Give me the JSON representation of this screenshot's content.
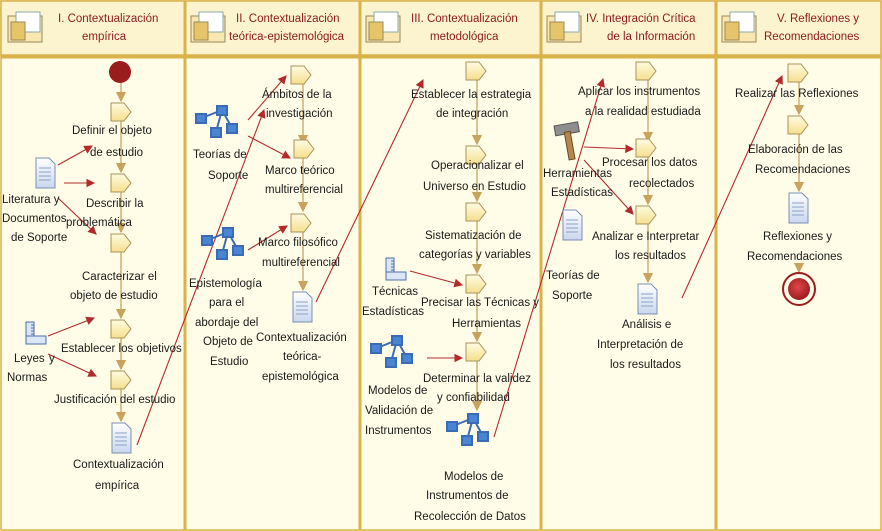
{
  "lanes": [
    {
      "title_1": "I. Contextualización",
      "title_2": "empírica"
    },
    {
      "title_1": "II. Contextualización",
      "title_2": "teórica-epistemológica"
    },
    {
      "title_1": "III. Contextualización",
      "title_2": "metodológica"
    },
    {
      "title_1": "IV. Integración Crítica",
      "title_2": "de la Información"
    },
    {
      "title_1": "V. Reflexiones y",
      "title_2": "Recomendaciones"
    }
  ],
  "lane1": {
    "lit_1": "Literatura y",
    "lit_2": "Documentos",
    "lit_3": "de Soporte",
    "definir_1": "Definir el objeto",
    "definir_2": "de estudio",
    "describir_1": "Describir la",
    "describir_2": "problemática",
    "caracterizar_1": "Caracterizar el",
    "caracterizar_2": "objeto de estudio",
    "leyes_1": "Leyes",
    "leyes_2": "y",
    "leyes_3": "Normas",
    "establecer": "Establecer los objetivos",
    "justificacion": "Justificación del estudio",
    "ctx_1": "Contextualización",
    "ctx_2": "empírica"
  },
  "lane2": {
    "ambitos_1": "Ámbitos de la",
    "ambitos_2": "investigación",
    "teorias_1": "Teorías de",
    "teorias_2": "Soporte",
    "marco_teorico_1": "Marco teórico",
    "marco_teorico_2": "multireferencial",
    "marco_filo_1": "Marco filosófico",
    "marco_filo_2": "multireferencial",
    "epis_1": "Epistemología",
    "epis_2": "para el",
    "epis_3": "abordaje del",
    "epis_4": "Objeto de",
    "epis_5": "Estudio",
    "ctx_1": "Contextualización",
    "ctx_2": "teórica-",
    "ctx_3": "epistemológica"
  },
  "lane3": {
    "estrategia_1": "Establecer la estrategia",
    "estrategia_2": "de integración",
    "operacionalizar_1": "Operacionalizar el",
    "operacionalizar_2": "Universo en Estudio",
    "sistematizacion_1": "Sistematización de",
    "sistematizacion_2": "categorías y variables",
    "tecnicas_1": "Técnicas",
    "tecnicas_2": "Estadísticas",
    "precisar_1": "Precisar las Técnicas y",
    "precisar_2": "Herramientas",
    "modelos_val_1": "Modelos de",
    "modelos_val_2": "Validación de",
    "modelos_val_3": "Instrumentos",
    "validez_1": "Determinar la validez",
    "validez_2": "y confiabilidad",
    "modelos_ins_1": "Modelos de",
    "modelos_ins_2": "Instrumentos de",
    "modelos_ins_3": "Recolección de Datos"
  },
  "lane4": {
    "aplicar_1": "Aplicar los instrumentos",
    "aplicar_2": "a la realidad estudiada",
    "herr_1": "Herramientas",
    "herr_2": "Estadísticas",
    "procesar_1": "Procesar los datos",
    "procesar_2": "recolectados",
    "analizar_1": "Analizar e Interpretar",
    "analizar_2": "los resultados",
    "teorias_1": "Teorías de",
    "teorias_2": "Soporte",
    "analisis_1": "Análisis e",
    "analisis_2": "Interpretación  de",
    "analisis_3": "los  resultados"
  },
  "lane5": {
    "realizar": "Realizar las Reflexiones",
    "elaboracion_1": "Elaboración de las",
    "elaboracion_2": "Recomendaciones",
    "reflexiones_1": "Reflexiones y",
    "reflexiones_2": "Recomendaciones"
  },
  "colors": {
    "lane_border": "#d9b24a",
    "lane_fill": "#fffde6",
    "header_fill": "#fbf4cf",
    "arrow": "#b22b2b",
    "flow_arrow": "#d4b070",
    "start": "#9b1c1c"
  }
}
